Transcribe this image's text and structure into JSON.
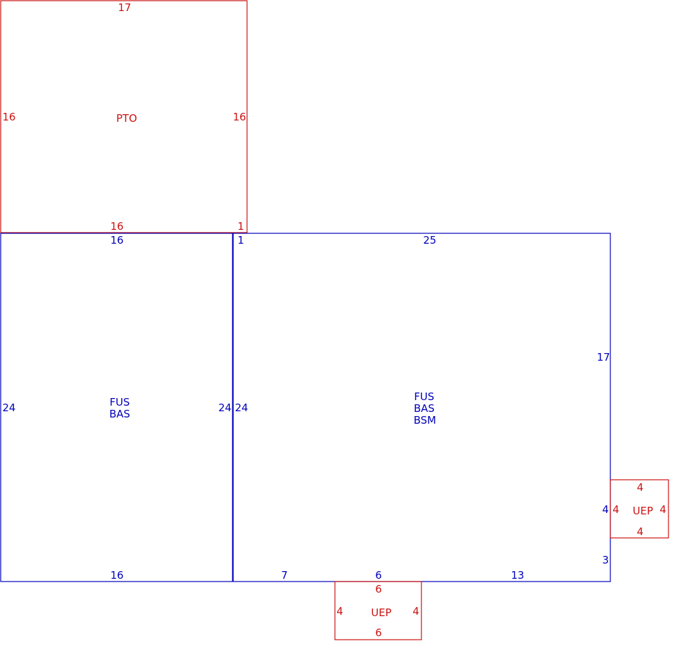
{
  "colors": {
    "addition": "#cc1111",
    "main": "#0000bb"
  },
  "pto": {
    "code": "PTO",
    "top": "17",
    "left": "16",
    "right": "16",
    "bottom": "16",
    "corner": "1"
  },
  "left_section": {
    "codes": [
      "FUS",
      "BAS"
    ],
    "top": "16",
    "left": "24",
    "right": "24",
    "bottom": "16"
  },
  "main_section": {
    "codes": [
      "FUS",
      "BAS",
      "BSM"
    ],
    "corner": "1",
    "top": "25",
    "left": "24",
    "right_upper": "17",
    "right_step": "4",
    "right_lower": "3",
    "bottom_left": "7",
    "bottom_mid": "6",
    "bottom_right": "13"
  },
  "uep_right": {
    "code": "UEP",
    "top": "4",
    "left": "4",
    "right": "4",
    "bottom": "4"
  },
  "uep_bottom": {
    "code": "UEP",
    "top": "6",
    "left": "4",
    "right": "4",
    "bottom": "6"
  }
}
